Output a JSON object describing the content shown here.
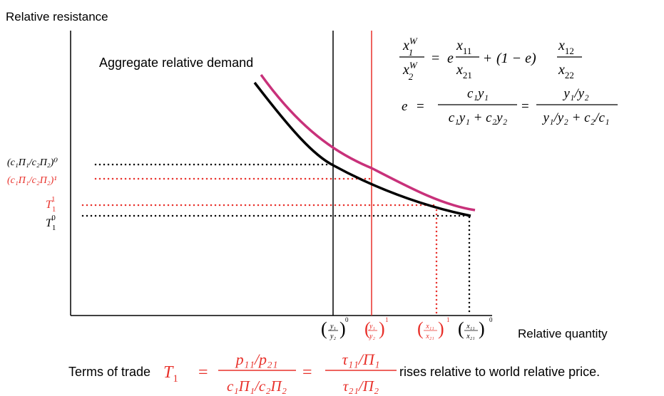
{
  "labels": {
    "y_axis": "Relative resistance",
    "x_axis": "Relative quantity",
    "demand_curve": "Aggregate relative demand"
  },
  "equations": {
    "x1W": "x",
    "x1W_sup": "W",
    "x1W_sub": "1",
    "x2W": "x",
    "x2W_sup": "W",
    "x2W_sub": "2",
    "eq1_equals": "=",
    "eq1_e": "e",
    "eq1_x11": "x",
    "eq1_x11_sub": "11",
    "eq1_x21": "x",
    "eq1_x21_sub": "21",
    "eq1_plus": "+",
    "eq1_paren": "(1 − e)",
    "eq1_x12": "x",
    "eq1_x12_sub": "12",
    "eq1_x22": "x",
    "eq1_x22_sub": "22",
    "eq2_e": "e",
    "eq2_eq1": "=",
    "eq2_eq2": "=",
    "eq2_num1": "c₁y₁",
    "eq2_den1": "c₁y₁ + c₂y₂",
    "eq2_num2": "y₁/y₂",
    "eq2_den2": "y₁/y₂ + c₂/c₁"
  },
  "y_ticks": {
    "price0": "(c₁Π₁/c₂Π₂)⁰",
    "price1": "(c₁Π₁/c₂Π₂)¹",
    "T1": "T",
    "T1_sub": "1",
    "T1_sup": "1",
    "T0": "T",
    "T0_sub": "1",
    "T0_sup": "0"
  },
  "x_ticks": {
    "y_ratio0_num": "y₁",
    "y_ratio0_den": "y₂",
    "y_ratio0_sup": "0",
    "y_ratio1_num": "y₁",
    "y_ratio1_den": "y₂",
    "y_ratio1_sup": "1",
    "x_ratio1_num": "x₁₁",
    "x_ratio1_den": "x₂₁",
    "x_ratio1_sup": "1",
    "x_ratio0_num": "x₁₁",
    "x_ratio0_den": "x₂₁",
    "x_ratio0_sup": "0"
  },
  "caption": {
    "prefix": "Terms of trade",
    "T": "T",
    "T_sub": "1",
    "eq1": "=",
    "frac1_num": "p₁₁/p₂₁",
    "frac1_den": "c₁Π₁/c₂Π₂",
    "eq2": "=",
    "frac2_num": "τ₁₁/Π₁",
    "frac2_den": "τ₂₁/Π₂",
    "suffix": "rises relative to world relative price."
  },
  "colors": {
    "black": "#000000",
    "red": "#e8302a",
    "magenta": "#c8317a"
  }
}
